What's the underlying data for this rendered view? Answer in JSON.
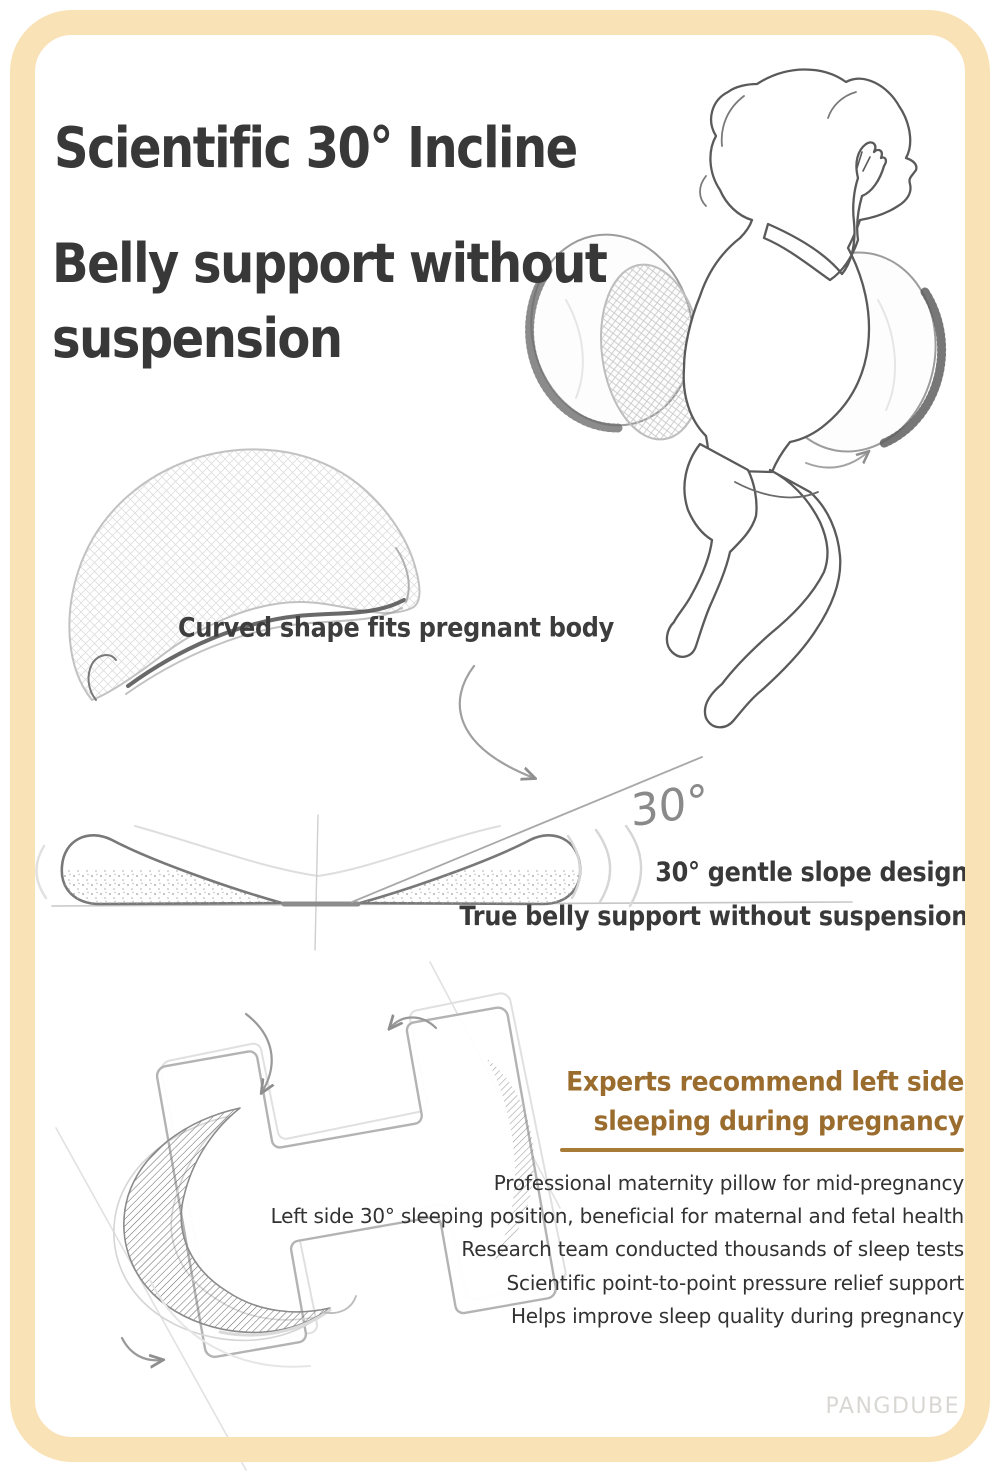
{
  "frame": {
    "border_color": "#fae2b7"
  },
  "header": {
    "title_line1": "Scientific 30° Incline",
    "title_line2": "Belly support without suspension"
  },
  "curved_pillow": {
    "label": "Curved shape fits pregnant body"
  },
  "slope": {
    "angle_label": "30°",
    "line1": "30° gentle slope design",
    "line2": "True belly support without suspension"
  },
  "expert": {
    "heading_line1": "Experts recommend left side",
    "heading_line2": "sleeping during pregnancy",
    "accent_color": "#9a6c2e",
    "points": [
      "Professional maternity pillow for mid-pregnancy",
      "Left side 30° sleeping position, beneficial for maternal and fetal health",
      "Research team conducted thousands of sleep tests",
      "Scientific point-to-point pressure relief support",
      "Helps improve sleep quality during pregnancy"
    ]
  },
  "watermark": "PANGDUBE"
}
